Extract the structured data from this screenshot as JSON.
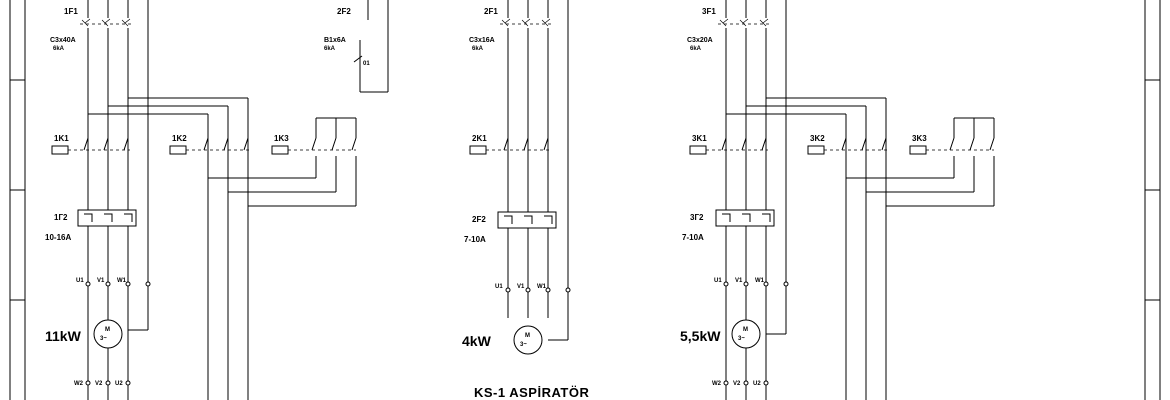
{
  "title": "KS-1 ASPİRATÖR",
  "circuits": [
    {
      "breaker": {
        "label": "1F1",
        "rating": "C3x40A",
        "kA": "6kA"
      },
      "contactors": [
        "1K1",
        "1K2",
        "1K3"
      ],
      "relay": {
        "label": "1Г2",
        "range": "10-16A"
      },
      "terminals_top": [
        "U1",
        "V1",
        "W1"
      ],
      "terminals_bottom": [
        "W2",
        "V2",
        "U2"
      ],
      "power": "11kW"
    },
    {
      "breaker": {
        "label": "2F1",
        "rating": "C3x16A",
        "kA": "6kA"
      },
      "contactors": [
        "2K1"
      ],
      "relay": {
        "label": "2F2",
        "range": "7-10A"
      },
      "terminals_top": [
        "U1",
        "V1",
        "W1"
      ],
      "power": "4kW"
    },
    {
      "breaker": {
        "label": "3F1",
        "rating": "C3x20A",
        "kA": "6kA"
      },
      "contactors": [
        "3K1",
        "3K2",
        "3K3"
      ],
      "relay": {
        "label": "3Г2",
        "range": "7-10A"
      },
      "terminals_top": [
        "U1",
        "V1",
        "W1"
      ],
      "terminals_bottom": [
        "W2",
        "V2",
        "U2"
      ],
      "power": "5,5kW"
    }
  ],
  "control_breaker": {
    "label": "2F2",
    "rating": "B1x6A",
    "kA": "6kA",
    "contact": "01"
  },
  "motor_symbol": {
    "letter": "M",
    "phase": "3~"
  }
}
